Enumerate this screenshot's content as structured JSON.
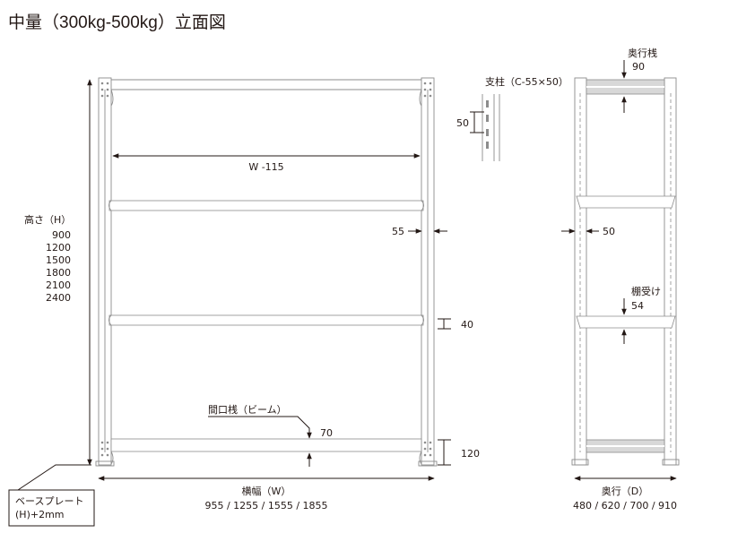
{
  "title": "中量（300kg-500kg）立面図",
  "front": {
    "height_label": "高さ（H）",
    "height_values": [
      "900",
      "1200",
      "1500",
      "1800",
      "2100",
      "2400"
    ],
    "inner_width": "W -115",
    "post_width": "55",
    "shelf_depth": "40",
    "beam_label": "間口桟（ビーム）",
    "beam_height": "70",
    "base_height": "120",
    "width_label": "横幅（W）",
    "width_values": "955 / 1255 / 1555 / 1855",
    "base_plate_label": "ベースプレート",
    "base_plate_value": "(H)+2mm"
  },
  "post_detail": {
    "label": "支柱（C-55×50）",
    "pitch": "50"
  },
  "side": {
    "depth_beam_label": "奥行桟",
    "depth_beam_value": "90",
    "post_depth": "50",
    "support_label": "棚受け",
    "support_value": "54",
    "depth_label": "奥行（D）",
    "depth_values": "480 / 620 / 700 / 910"
  }
}
